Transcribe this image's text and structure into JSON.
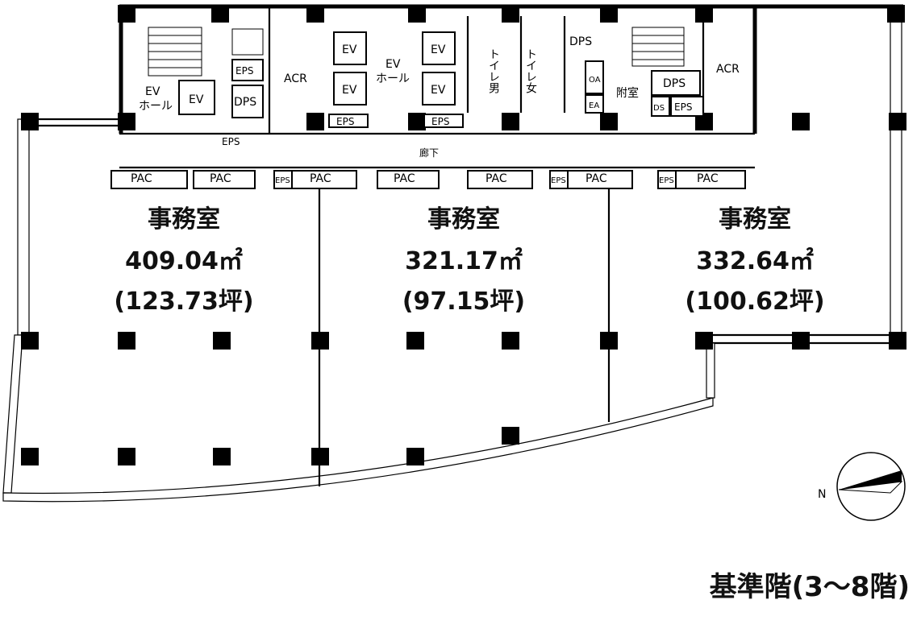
{
  "floor_title": "基準階(3〜8階)",
  "compass_label": "N",
  "offices": [
    {
      "name": "事務室",
      "area": "409.04㎡",
      "tsubo": "(123.73坪)"
    },
    {
      "name": "事務室",
      "area": "321.17㎡",
      "tsubo": "(97.15坪)"
    },
    {
      "name": "事務室",
      "area": "332.64㎡",
      "tsubo": "(100.62坪)"
    }
  ],
  "corridor_label": "廊下",
  "pac_units": [
    "PAC",
    "PAC",
    "PAC",
    "PAC",
    "PAC",
    "PAC",
    "PAC"
  ],
  "eps_label": "EPS",
  "dps_label": "DPS",
  "acr_label": "ACR",
  "ev_label": "EV",
  "ev_hall_label": "EV",
  "ev_hall_sub": "ホール",
  "toilet_m": "トイレ男",
  "toilet_f": "トイレ女",
  "annex_label": "附室",
  "oa_label": "OA",
  "ea_label": "EA",
  "ds_label": "DS"
}
